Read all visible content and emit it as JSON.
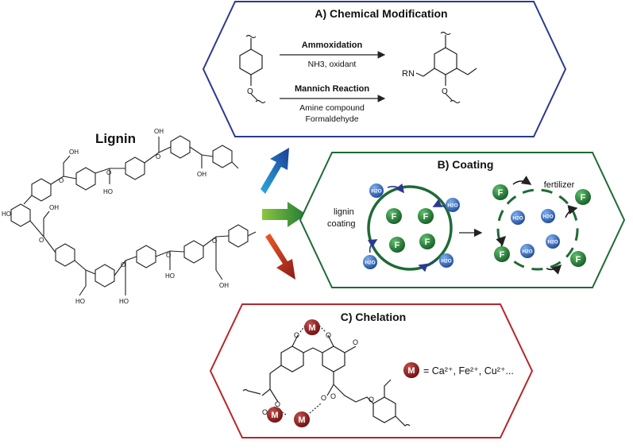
{
  "lignin": {
    "title": "Lignin"
  },
  "panel_a": {
    "title": "A) Chemical Modification",
    "reaction1_name": "Ammoxidation",
    "reaction1_reagents": "NH3, oxidant",
    "reaction2_name": "Mannich Reaction",
    "reaction2_reagent_1": "Amine compound",
    "reaction2_reagent_2": "Formaldehyde",
    "product_group": "RN",
    "border_color": "#2b3990"
  },
  "panel_b": {
    "title": "B) Coating",
    "coating_label_1": "lignin",
    "coating_label_2": "coating",
    "fertilizer_label": "fertilizer",
    "fertilizer_symbol": "F",
    "water_symbol": "H2O",
    "border_color": "#1e6b35"
  },
  "panel_c": {
    "title": "C) Chelation",
    "metal_symbol": "M",
    "metal_legend": "= Ca²⁺, Fe²⁺, Cu²⁺...",
    "border_color": "#b5262b"
  },
  "colors": {
    "arrow_a": "#1b75bc",
    "arrow_b": "#2e9e3f",
    "arrow_c": "#c1272d",
    "fertilizer_ball": "#1e7b34",
    "water_ball": "#2b5fb0",
    "metal_ball": "#8b1a1a"
  }
}
